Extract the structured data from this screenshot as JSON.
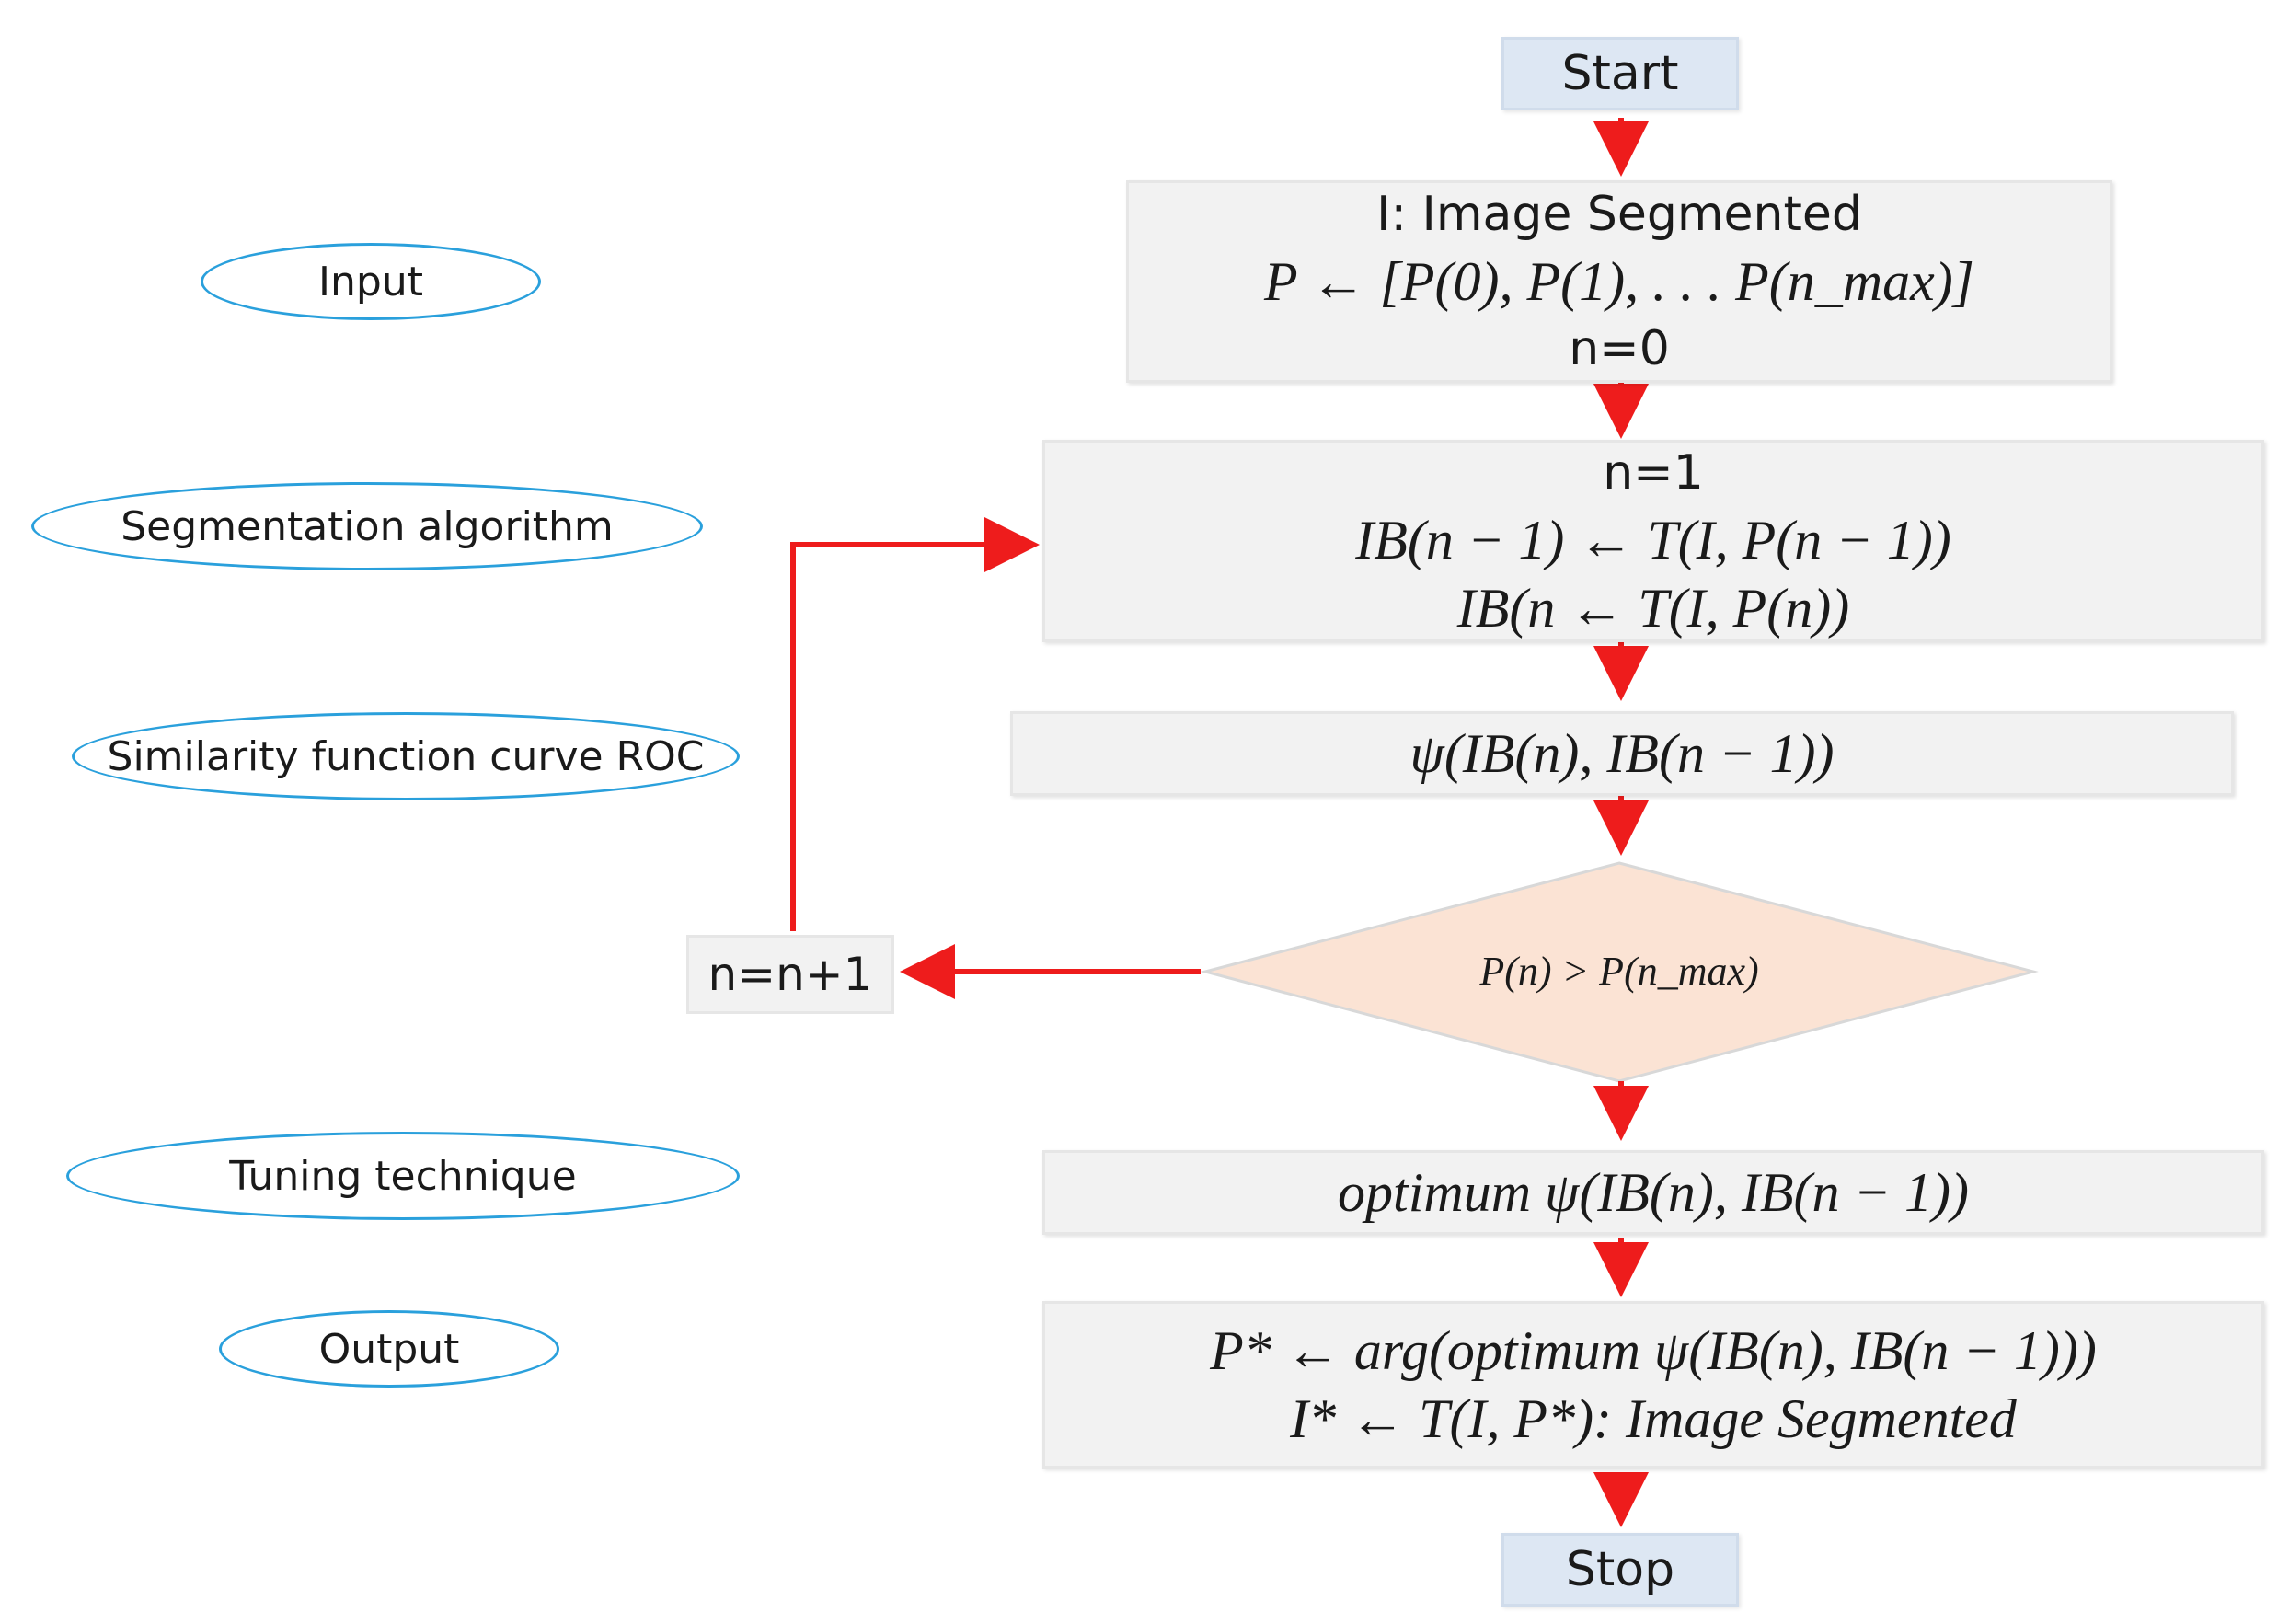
{
  "legend": {
    "input": "Input",
    "segmentation": "Segmentation algorithm",
    "similarity": "Similarity function curve ROC",
    "tuning": "Tuning technique",
    "output": "Output"
  },
  "flow": {
    "start": "Start",
    "input_box": {
      "line1": "I: Image Segmented",
      "line2": "P ← [P(0), P(1), . . . P(n_max)]",
      "line3": "n=0"
    },
    "seg_box": {
      "line1": "n=1",
      "line2": "IB(n − 1) ← T(I, P(n − 1))",
      "line3": "IB(n ← T(I, P(n))"
    },
    "similarity_box": "ψ(IB(n), IB(n − 1))",
    "decision": "P(n) > P(n_max)",
    "increment": "n=n+1",
    "tuning_box": "optimum ψ(IB(n), IB(n − 1))",
    "output_box": {
      "line1": "P* ← arg(optimum ψ(IB(n), IB(n − 1)))",
      "line2": "I* ← T(I, P*): Image Segmented"
    },
    "stop": "Stop"
  },
  "colors": {
    "arrow": "#ee1c1c",
    "ellipse_border": "#2aa0dc",
    "box_fill": "#f2f2f2",
    "terminal_fill": "#dde7f3",
    "decision_fill": "#fbe3d4"
  }
}
